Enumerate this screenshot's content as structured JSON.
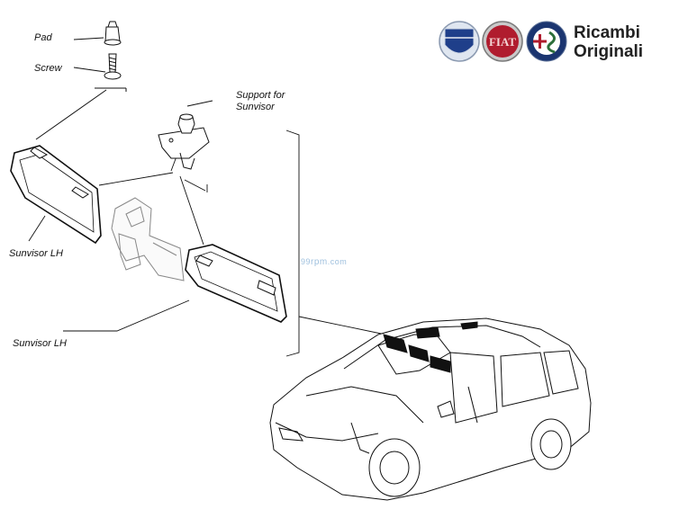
{
  "labels": {
    "pad": "Pad",
    "screw": "Screw",
    "support_line1": "Support for",
    "support_line2": "Sunvisor",
    "sunvisor_upper": "Sunvisor LH",
    "sunvisor_lower": "Sunvisor LH"
  },
  "brand": {
    "line1": "Ricambi",
    "line2": "Originali",
    "logos": [
      "LANCIA",
      "FIAT",
      "ALFA ROMEO"
    ]
  },
  "watermark": {
    "prefix": "99",
    "main": "rpm",
    "suffix": ".com"
  },
  "colors": {
    "lancia": "#1f3f8a",
    "fiat": "#b01c2e",
    "alfa_ring": "#1b3570",
    "line": "#111111"
  }
}
